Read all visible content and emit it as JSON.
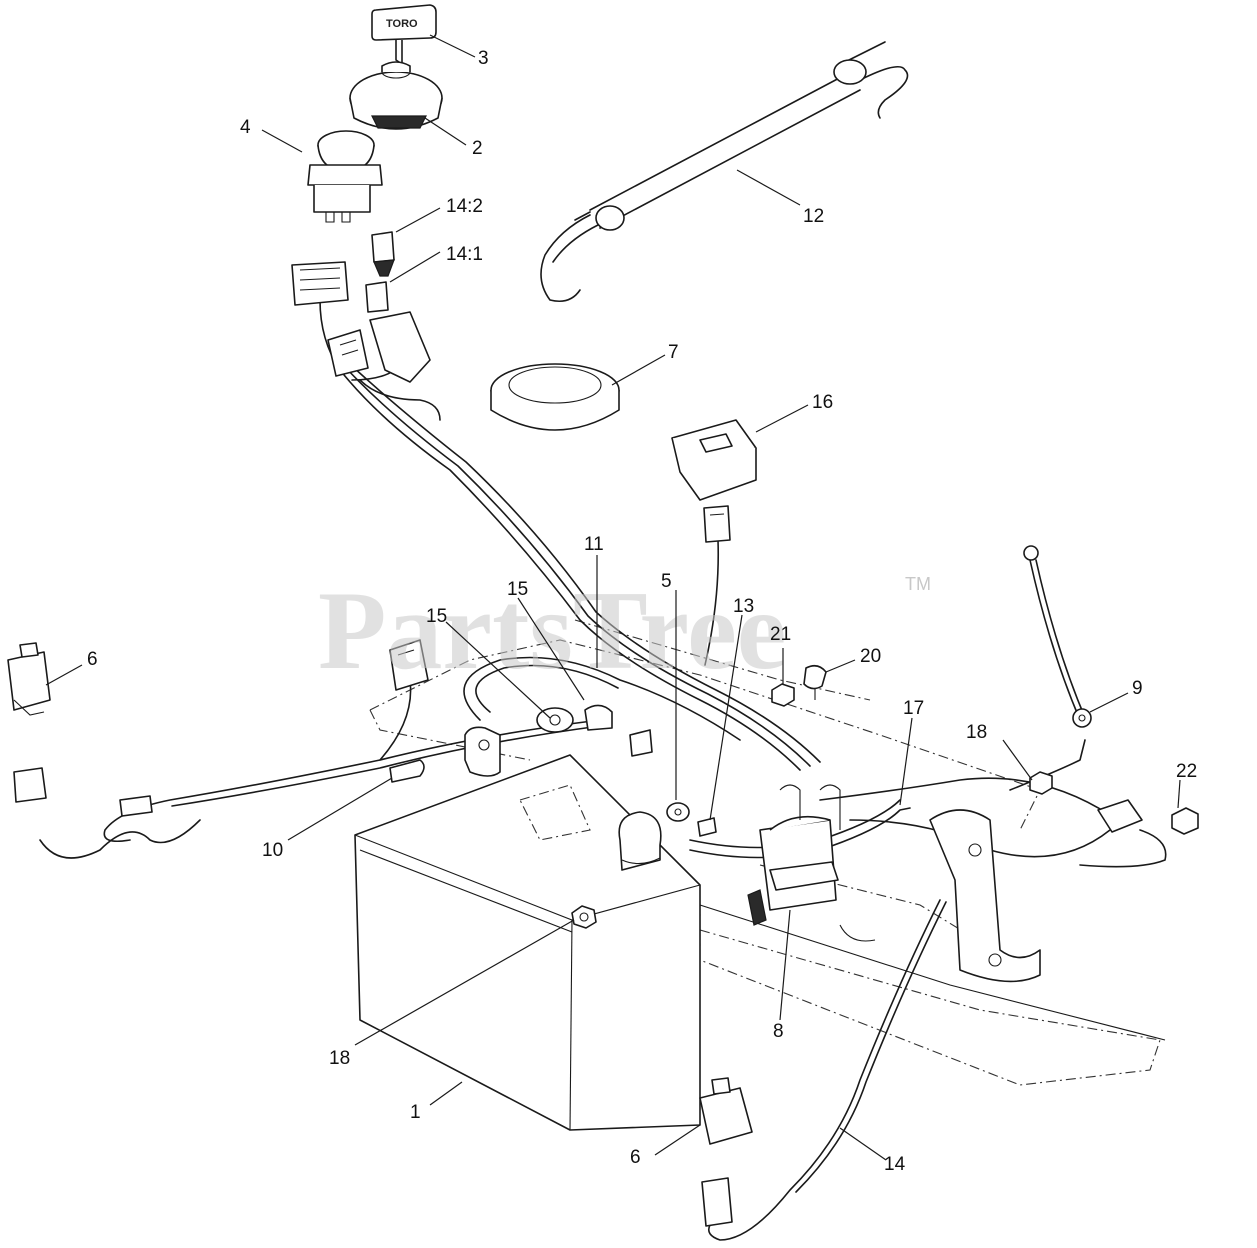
{
  "watermark": {
    "text": "PartsTree",
    "trademark": "TM"
  },
  "key_label": "TORO",
  "callouts": [
    {
      "id": "c3",
      "label": "3"
    },
    {
      "id": "c2",
      "label": "2"
    },
    {
      "id": "c4",
      "label": "4"
    },
    {
      "id": "c14-2",
      "label": "14:2"
    },
    {
      "id": "c14-1",
      "label": "14:1"
    },
    {
      "id": "c12",
      "label": "12"
    },
    {
      "id": "c7",
      "label": "7"
    },
    {
      "id": "c16",
      "label": "16"
    },
    {
      "id": "c11",
      "label": "11"
    },
    {
      "id": "c15a",
      "label": "15"
    },
    {
      "id": "c15b",
      "label": "15"
    },
    {
      "id": "c5",
      "label": "5"
    },
    {
      "id": "c13",
      "label": "13"
    },
    {
      "id": "c21",
      "label": "21"
    },
    {
      "id": "c20",
      "label": "20"
    },
    {
      "id": "c6a",
      "label": "6"
    },
    {
      "id": "c9",
      "label": "9"
    },
    {
      "id": "c17",
      "label": "17"
    },
    {
      "id": "c18a",
      "label": "18"
    },
    {
      "id": "c22",
      "label": "22"
    },
    {
      "id": "c10",
      "label": "10"
    },
    {
      "id": "c8",
      "label": "8"
    },
    {
      "id": "c18b",
      "label": "18"
    },
    {
      "id": "c1",
      "label": "1"
    },
    {
      "id": "c6b",
      "label": "6"
    },
    {
      "id": "c14",
      "label": "14"
    }
  ]
}
